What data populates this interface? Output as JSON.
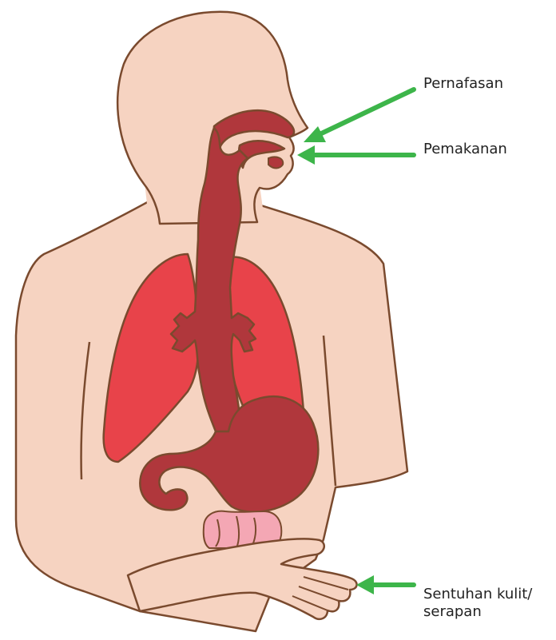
{
  "labels": {
    "breathing": "Pernafasan",
    "eating": "Pemakanan",
    "skin_line1": "Sentuhan kulit/",
    "skin_line2": "serapan"
  },
  "colors": {
    "skin": "#f6d3c1",
    "outline": "#7a4a2e",
    "lungs": "#e8434a",
    "digestive": "#b0373c",
    "intestine": "#f4a7b4",
    "arrow": "#3db54a"
  }
}
